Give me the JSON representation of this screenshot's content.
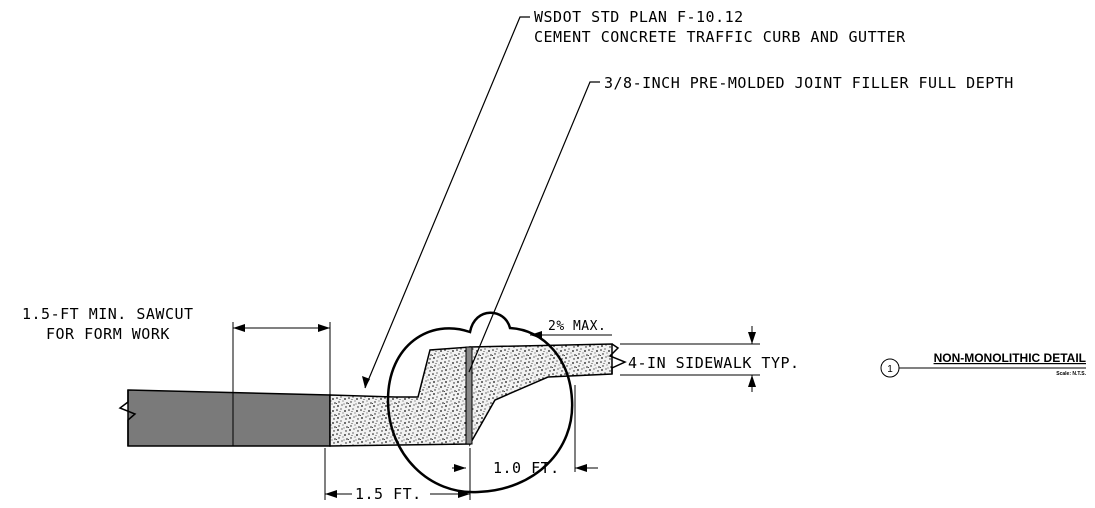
{
  "callouts": {
    "std_plan_line1": "WSDOT STD PLAN F-10.12",
    "std_plan_line2": "CEMENT CONCRETE TRAFFIC CURB AND GUTTER",
    "joint_filler": "3/8-INCH PRE-MOLDED JOINT FILLER FULL DEPTH",
    "sawcut_line1": "1.5-FT MIN. SAWCUT",
    "sawcut_line2": "FOR FORM WORK",
    "slope": "2% MAX.",
    "sidewalk": "4-IN SIDEWALK TYP."
  },
  "dimensions": {
    "gutter_width": "1.5 FT.",
    "joint_offset": "1.0 FT."
  },
  "detail": {
    "number": "1",
    "title": "NON-MONOLITHIC DETAIL",
    "scale": "Scale: N.T.S."
  },
  "colors": {
    "pavement": "#7a7a7a",
    "concrete_fill": "#e6e6e6",
    "lines": "#000000"
  }
}
